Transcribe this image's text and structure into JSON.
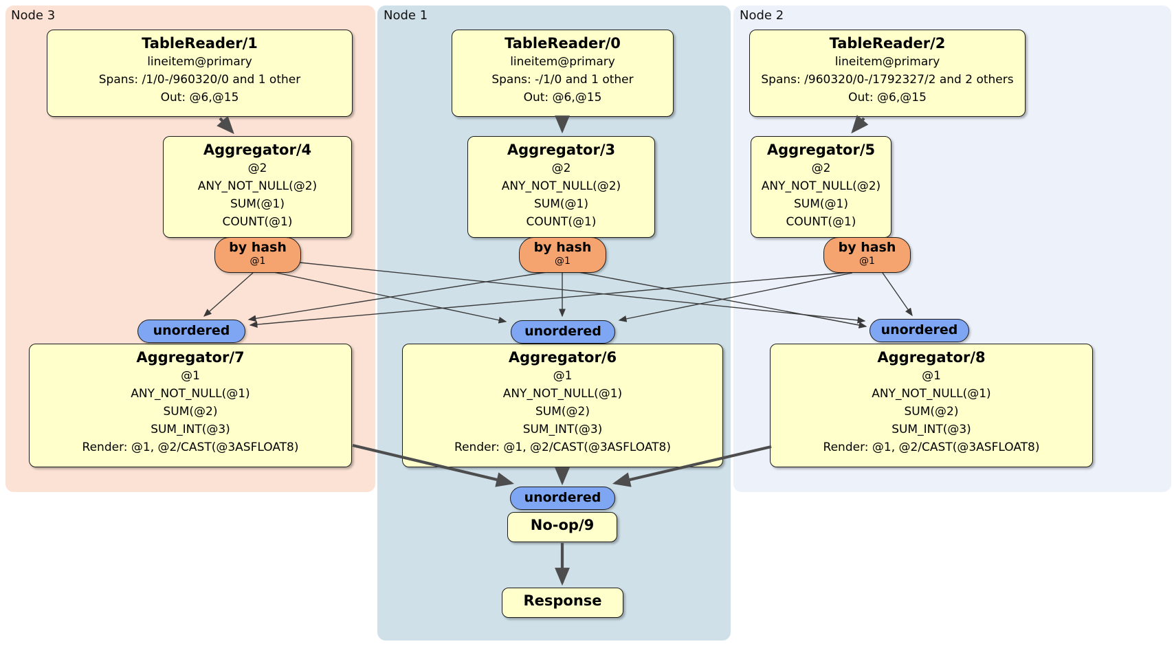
{
  "groups": {
    "node3": {
      "label": "Node 3"
    },
    "node1": {
      "label": "Node 1"
    },
    "node2": {
      "label": "Node 2"
    }
  },
  "nodes": {
    "tr1": {
      "title": "TableReader/1",
      "lines": [
        "lineitem@primary",
        "Spans: /1/0-/960320/0 and 1 other",
        "Out: @6,@15"
      ]
    },
    "tr0": {
      "title": "TableReader/0",
      "lines": [
        "lineitem@primary",
        "Spans: -/1/0 and 1 other",
        "Out: @6,@15"
      ]
    },
    "tr2": {
      "title": "TableReader/2",
      "lines": [
        "lineitem@primary",
        "Spans: /960320/0-/1792327/2 and 2 others",
        "Out: @6,@15"
      ]
    },
    "agg4": {
      "title": "Aggregator/4",
      "lines": [
        "@2",
        "ANY_NOT_NULL(@2)",
        "SUM(@1)",
        "COUNT(@1)"
      ]
    },
    "agg3": {
      "title": "Aggregator/3",
      "lines": [
        "@2",
        "ANY_NOT_NULL(@2)",
        "SUM(@1)",
        "COUNT(@1)"
      ]
    },
    "agg5": {
      "title": "Aggregator/5",
      "lines": [
        "@2",
        "ANY_NOT_NULL(@2)",
        "SUM(@1)",
        "COUNT(@1)"
      ]
    },
    "agg7": {
      "title": "Aggregator/7",
      "lines": [
        "@1",
        "ANY_NOT_NULL(@1)",
        "SUM(@2)",
        "SUM_INT(@3)",
        "Render: @1, @2/CAST(@3ASFLOAT8)"
      ]
    },
    "agg6": {
      "title": "Aggregator/6",
      "lines": [
        "@1",
        "ANY_NOT_NULL(@1)",
        "SUM(@2)",
        "SUM_INT(@3)",
        "Render: @1, @2/CAST(@3ASFLOAT8)"
      ]
    },
    "agg8": {
      "title": "Aggregator/8",
      "lines": [
        "@1",
        "ANY_NOT_NULL(@1)",
        "SUM(@2)",
        "SUM_INT(@3)",
        "Render: @1, @2/CAST(@3ASFLOAT8)"
      ]
    },
    "noop": {
      "title": "No-op/9"
    },
    "response": {
      "title": "Response"
    }
  },
  "routers": {
    "hash": {
      "label": "by hash",
      "sub": "@1"
    },
    "unordered": {
      "label": "unordered"
    }
  },
  "colors": {
    "node3_bg": "#fce2d4",
    "node1_bg": "#cfe0e9",
    "node2_bg": "#edf1fa",
    "box_bg": "#ffffcc",
    "hash_oval": "#f5a470",
    "unordered_oval": "#7fa6f2",
    "edge_thin": "#3a3a3a",
    "edge_thick": "#4d4d4d"
  }
}
